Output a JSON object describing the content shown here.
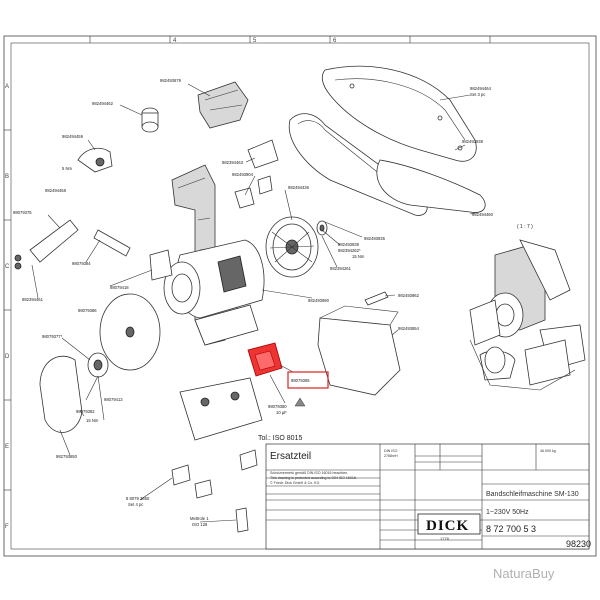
{
  "grid": {
    "top_numbers": [
      "4",
      "5",
      "6"
    ],
    "left_letters": [
      "A",
      "B",
      "C",
      "D",
      "E",
      "F"
    ]
  },
  "part_labels": [
    {
      "id": "p-982493679",
      "text": "982493679"
    },
    {
      "id": "p-982494462",
      "text": "982494462"
    },
    {
      "id": "p-982494464",
      "text": "982494464"
    },
    {
      "id": "p-set3",
      "text": "Set 3 pc"
    },
    {
      "id": "p-982494459",
      "text": "982494459"
    },
    {
      "id": "p-982394463",
      "text": "982394463"
    },
    {
      "id": "p-982493938",
      "text": "982493938"
    },
    {
      "id": "p-5nm",
      "text": "5 Nm"
    },
    {
      "id": "p-982493904",
      "text": "982493904"
    },
    {
      "id": "p-982494458",
      "text": "982494458"
    },
    {
      "id": "p-982494436",
      "text": "982494436"
    },
    {
      "id": "p-982494460",
      "text": "982494460"
    },
    {
      "id": "p-98079375",
      "text": "98079375"
    },
    {
      "id": "p-982493939",
      "text": "982493939"
    },
    {
      "id": "p-982394262",
      "text": "982394262*"
    },
    {
      "id": "p-15nm-a",
      "text": "15 Nm"
    },
    {
      "id": "p-982493935",
      "text": "982493935"
    },
    {
      "id": "p-98079384",
      "text": "98079384"
    },
    {
      "id": "p-982394261",
      "text": "982394261"
    },
    {
      "id": "p-98079418",
      "text": "98079418"
    },
    {
      "id": "p-982394461",
      "text": "982394461"
    },
    {
      "id": "p-982493990",
      "text": "982493990"
    },
    {
      "id": "p-982493962",
      "text": "982493962"
    },
    {
      "id": "p-98079386",
      "text": "98079386"
    },
    {
      "id": "p-982493854",
      "text": "982493854"
    },
    {
      "id": "p-98079377",
      "text": "98079377*"
    },
    {
      "id": "p-98079413",
      "text": "98079413"
    },
    {
      "id": "p-98079382",
      "text": "98079382"
    },
    {
      "id": "p-15nm-b",
      "text": "15 Nm"
    },
    {
      "id": "p-982793650",
      "text": "982793650"
    },
    {
      "id": "p-98079365",
      "text": "98079365"
    },
    {
      "id": "p-98079380",
      "text": "98079380"
    },
    {
      "id": "p-10uf",
      "text": "10 µF"
    },
    {
      "id": "p-8079365",
      "text": "8 8079 3650"
    },
    {
      "id": "p-set4",
      "text": "Set 4 pc"
    },
    {
      "id": "p-mettrole",
      "text": "Mettrole 1"
    },
    {
      "id": "p-iso128",
      "text": "ISO 128"
    }
  ],
  "highlighted_part": "98079365",
  "ratio_label": "( 1 : 7 )",
  "tolerance": "Tol.: ISO 8015",
  "title_block": {
    "heading": "Ersatzteil",
    "din_ref": "DIN ISO",
    "din_val": "2768mH",
    "note_lines": [
      "Schutzvermerk gemäß DIN ISO 16016 beachten.",
      "This drawing is protected according to DIN ISO 16016.",
      "© Friedr. Dick GmbH & Co. KG"
    ],
    "mass_value": "46.000 kg",
    "machine_name": "Bandschleifmaschine SM-130",
    "voltage": "1~230V 50Hz",
    "drawing_number": "8 72 700 5 3",
    "drawing_number_short": "98230",
    "brand": "DICK",
    "brand_year": "1778"
  },
  "watermark": "NaturaBuy"
}
